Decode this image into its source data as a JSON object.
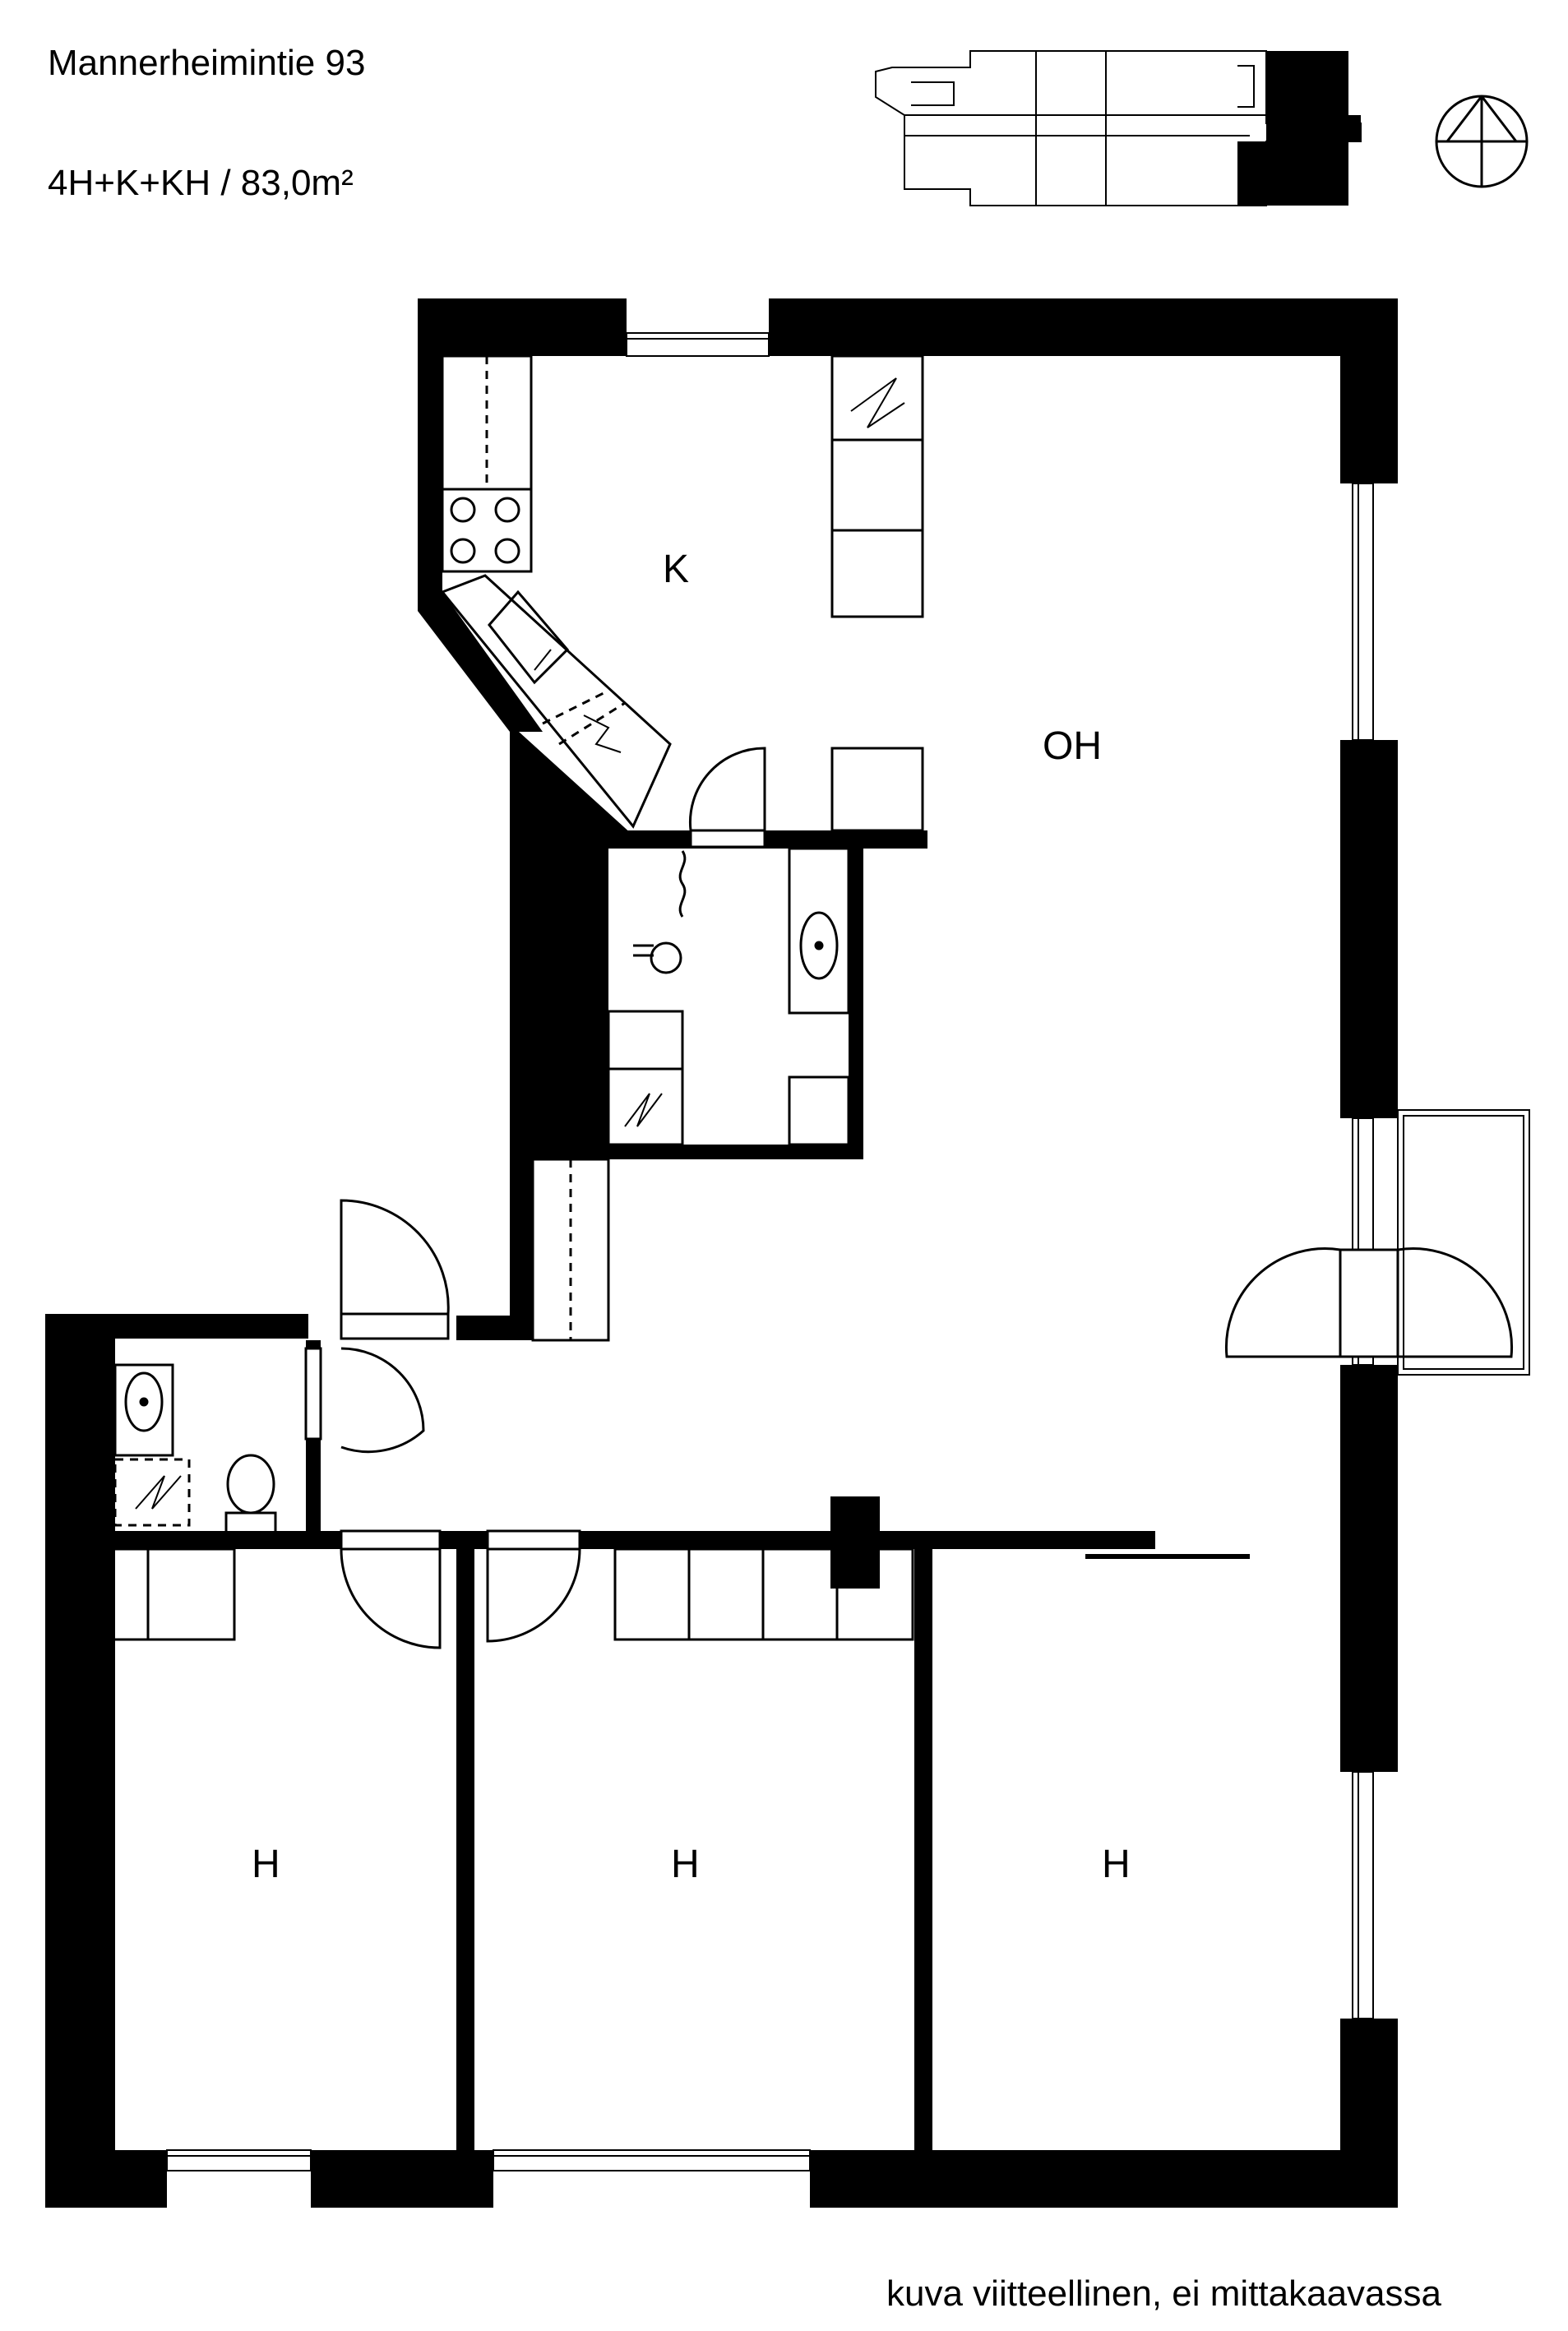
{
  "header": {
    "address": "Mannerheimintie 93",
    "apartment_type": "4H+K+KH / 83,0m²"
  },
  "rooms": {
    "kitchen": "K",
    "living_room": "OH",
    "bedroom_left": "H",
    "bedroom_middle": "H",
    "bedroom_right": "H"
  },
  "footer": {
    "disclaimer": "kuva viitteellinen, ei mittakaavassa"
  },
  "colors": {
    "wall": "#000000",
    "background": "#ffffff"
  }
}
